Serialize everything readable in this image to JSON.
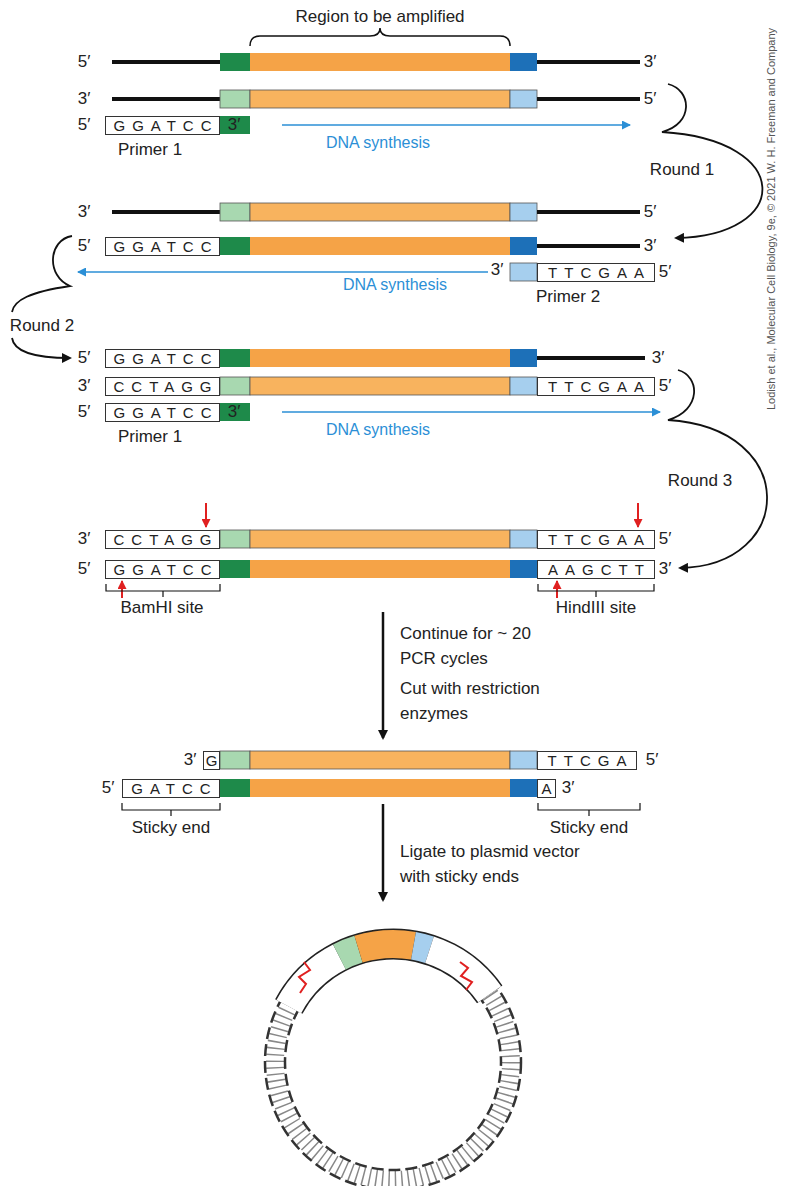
{
  "diagram": {
    "nodes": [
      {
        "text": [
          "GGATCC"
        ]
      },
      {
        "text": [
          "GGATCC"
        ]
      },
      {
        "text": [
          "TTCGAA"
        ]
      },
      {
        "text": [
          "GGATCC"
        ]
      },
      {
        "text": [
          "CCTAGG"
        ]
      },
      {
        "text": [
          "TTCGAA"
        ]
      },
      {
        "text": [
          "GGATCC"
        ]
      },
      {
        "text": [
          "CCTAGG"
        ]
      },
      {
        "text": [
          "TTCGAA"
        ]
      },
      {
        "text": [
          "GGATCC"
        ]
      },
      {
        "text": [
          "AAGCTT"
        ]
      },
      {
        "text": [
          "G"
        ]
      },
      {
        "text": [
          "TTCGA"
        ]
      },
      {
        "text": [
          "GATCC"
        ]
      },
      {
        "text": [
          "A"
        ]
      }
    ],
    "labels": [
      "Region to be amplified",
      "5′",
      "3′",
      "3′",
      "5′",
      "5′",
      "3′",
      "DNA synthesis",
      "Primer 1",
      "Round 1",
      "3′",
      "5′",
      "5′",
      "3′",
      "3′",
      "5′",
      "DNA synthesis",
      "Primer 2",
      "Round 2",
      "5′",
      "3′",
      "3′",
      "5′",
      "5′",
      "3′",
      "DNA synthesis",
      "Primer 1",
      "Round 3",
      "3′",
      "5′",
      "5′",
      "3′",
      "BamHI site",
      "HindIII site",
      "Continue for ~ 20 PCR cycles",
      "Cut with restriction enzymes",
      "3′",
      "5′",
      "5′",
      "3′",
      "Sticky end",
      "Sticky end",
      "Ligate to plasmid vector with sticky ends",
      "Lodish et al., Molecular Cell Biology, 9e, © 2021 W. H. Freeman and Company"
    ]
  }
}
